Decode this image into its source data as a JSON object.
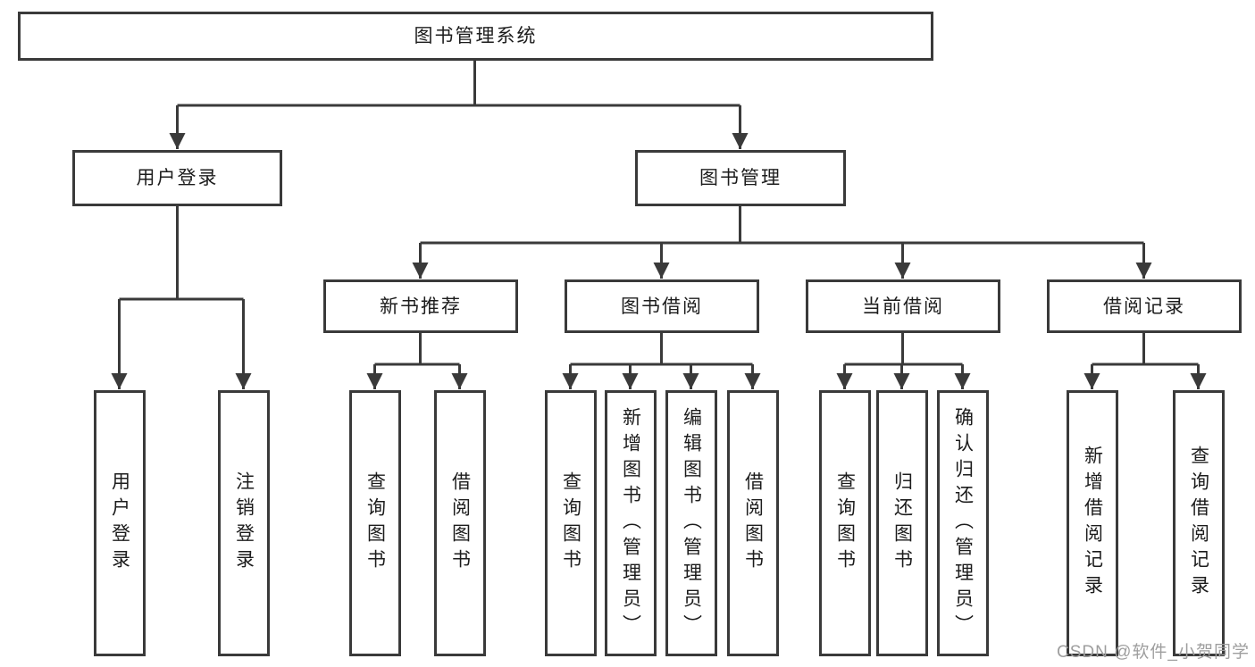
{
  "title": {
    "label": "图书管理系统"
  },
  "nodes": {
    "user_login": "用户登录",
    "book_mgmt": "图书管理",
    "new_book_rec": "新书推荐",
    "book_borrow": "图书借阅",
    "current_borrow": "当前借阅",
    "borrow_record": "借阅记录"
  },
  "leaves": {
    "login": [
      "用户登录",
      "注销登录"
    ],
    "recommend": [
      "查询图书",
      "借阅图书"
    ],
    "borrow": [
      "查询图书",
      "新增图书（管理员）",
      "编辑图书（管理员）",
      "借阅图书"
    ],
    "current": [
      "查询图书",
      "归还图书",
      "确认归还（管理员）"
    ],
    "records": [
      "新增借阅记录",
      "查询借阅记录"
    ]
  },
  "colors": {
    "line": "#3a3a3a",
    "text": "#1c1c1c",
    "watermark": "#9e9e9e",
    "background": "#ffffff"
  },
  "watermark": {
    "text": "CSDN @软件_小贺同学"
  }
}
